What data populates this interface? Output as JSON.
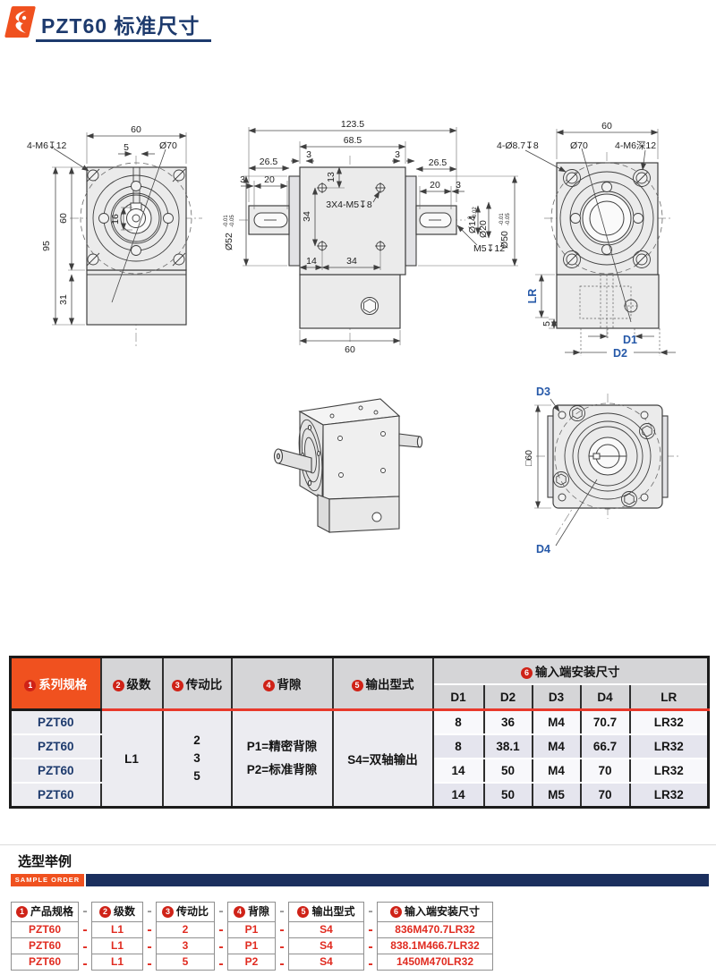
{
  "header": {
    "title": "PZT60 标准尺寸"
  },
  "section": {
    "title": "选型举例",
    "badge": "SAMPLE ORDER"
  },
  "drawings": {
    "front": {
      "dim_width_top": "60",
      "dim_key_width": "5",
      "dia_bolt_circle": "Ø70",
      "screws": "4-M6↧12",
      "dim_flange_height": "60",
      "dim_total_height": "95",
      "dim_block_height": "31",
      "dim_bore": "16"
    },
    "side": {
      "dim_total": "123.5",
      "dim_body": "68.5",
      "dim_3_left": "3",
      "dim_26_5_left": "26.5",
      "dim_key_off_left": "3",
      "dim_key_len_left": "20",
      "dim_13": "13",
      "dim_34_left": "34",
      "screws": "3X4-M5↧8",
      "dim_3_right": "3",
      "dim_26_5_right": "26.5",
      "dim_key_len_right": "20",
      "dim_key_off_right": "3",
      "dia_52": "Ø52",
      "dia_52_tol_u": "-0.01",
      "dia_52_tol_l": "-0.05",
      "dia_14": "Ø14",
      "dia_14_tol_u": "0",
      "dia_14_tol_l": "-0.02",
      "dia_20": "Ø20",
      "dia_50": "Ø50",
      "dia_50_tol_u": "-0.01",
      "dia_50_tol_l": "-0.05",
      "tap": "M5↧12",
      "dim_14": "14",
      "dim_34_bottom": "34",
      "dim_60": "60"
    },
    "rear": {
      "dim_width_top": "60",
      "cbores": "4-Ø8.7↧8",
      "dia_bolt_circle": "Ø70",
      "taps": "4-M6深12",
      "lr": "LR",
      "dim_5": "5",
      "d1": "D1",
      "d2": "D2"
    },
    "bottom": {
      "d3": "D3",
      "square": "□60",
      "d4": "D4"
    }
  },
  "spec_table": {
    "headers": {
      "series": {
        "num": "1",
        "label": "系列规格"
      },
      "stages": {
        "num": "2",
        "label": "级数"
      },
      "ratio": {
        "num": "3",
        "label": "传动比"
      },
      "backlash": {
        "num": "4",
        "label": "背隙"
      },
      "output": {
        "num": "5",
        "label": "输出型式"
      },
      "input_dims": {
        "num": "6",
        "label": "输入端安装尺寸"
      },
      "sub": [
        "D1",
        "D2",
        "D3",
        "D4",
        "LR"
      ]
    },
    "merged": {
      "stages": "L1",
      "ratios": [
        "2",
        "3",
        "5"
      ],
      "backlash": [
        "P1=精密背隙",
        "P2=标准背隙"
      ],
      "output": "S4=双轴输出"
    },
    "rows": [
      {
        "series": "PZT60",
        "d1": "8",
        "d2": "36",
        "d3": "M4",
        "d4": "70.7",
        "lr": "LR32"
      },
      {
        "series": "PZT60",
        "d1": "8",
        "d2": "38.1",
        "d3": "M4",
        "d4": "66.7",
        "lr": "LR32"
      },
      {
        "series": "PZT60",
        "d1": "14",
        "d2": "50",
        "d3": "M4",
        "d4": "70",
        "lr": "LR32"
      },
      {
        "series": "PZT60",
        "d1": "14",
        "d2": "50",
        "d3": "M5",
        "d4": "70",
        "lr": "LR32"
      }
    ]
  },
  "sample_table": {
    "dash": "-",
    "headers": [
      {
        "num": "1",
        "label": "产品规格"
      },
      {
        "num": "2",
        "label": "级数"
      },
      {
        "num": "3",
        "label": "传动比"
      },
      {
        "num": "4",
        "label": "背隙"
      },
      {
        "num": "5",
        "label": "输出型式"
      },
      {
        "num": "6",
        "label": "输入端安装尺寸"
      }
    ],
    "rows": [
      [
        "PZT60",
        "L1",
        "2",
        "P1",
        "S4",
        "836M470.7LR32"
      ],
      [
        "PZT60",
        "L1",
        "3",
        "P1",
        "S4",
        "838.1M466.7LR32"
      ],
      [
        "PZT60",
        "L1",
        "5",
        "P2",
        "S4",
        "1450M470LR32"
      ]
    ]
  },
  "colors": {
    "accent_orange": "#f0511f",
    "navy": "#1d3a6d",
    "red_accent": "#e8392b",
    "blue_label": "#2558a8"
  }
}
